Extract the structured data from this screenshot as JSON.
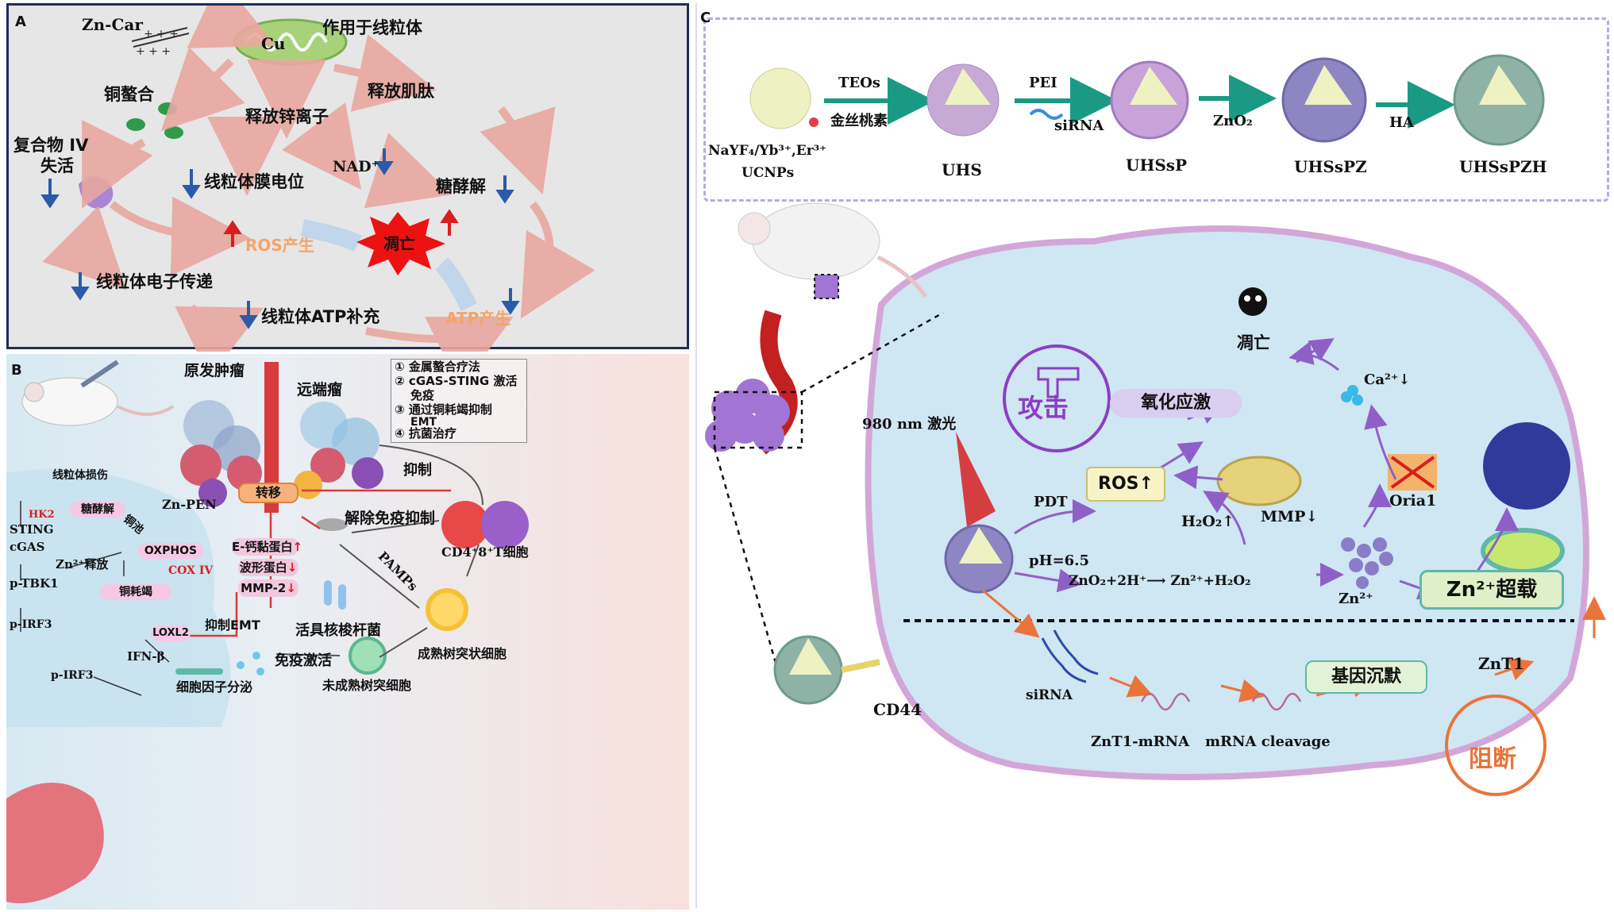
{
  "panel_a": {
    "letter": "A",
    "zn_car": "Zn-Car",
    "cu": "Cu",
    "acts_on_mito": "作用于线粒体",
    "copper_chelation": "铜螯合",
    "release_peptide": "释放肌肽",
    "release_zinc": "释放锌离子",
    "complex_iv_line1": "复合物 IV",
    "complex_iv_line2": "失活",
    "nad": "NAD⁺",
    "mito_potential": "线粒体膜电位",
    "glycolysis": "糖酵解",
    "ros": "ROS产生",
    "apoptosis": "凋亡",
    "etc": "线粒体电子传递",
    "atp_supply": "线粒体ATP补充",
    "atp_prod": "ATP产生"
  },
  "panel_b": {
    "letter": "B",
    "primary_tumor": "原发肿瘤",
    "distal_tumor": "远端瘤",
    "zn_pen": "Zn-PEN",
    "list": [
      "① 金属螯合疗法",
      "② cGAS-STING 激活",
      "免疫",
      "③ 通过铜耗竭抑制",
      "EMT",
      "④ 抗菌治疗"
    ],
    "inhibit": "抑制",
    "metastasis": "转移",
    "relieve_immunosuppression": "解除免疫抑制",
    "cd48_t": "CD4⁺8⁺T细胞",
    "e_cadherin": "E-钙黏蛋白",
    "vimentin": "波形蛋白",
    "mmp2": "MMP-2",
    "pamps": "PAMPs",
    "fusobacterium": "活具核梭杆菌",
    "mature_dc": "成熟树突状细胞",
    "immature_dc": "未成熟树突细胞",
    "immune_activation": "免疫激活",
    "cytokine_secretion": "细胞因子分泌",
    "inhibit_emt": "抑制EMT",
    "mito_damage": "线粒体损伤",
    "hk2": "HK2",
    "glycolysis": "糖酵解",
    "copper_pool": "铜池",
    "sting": "STING",
    "cgas": "cGAS",
    "oxphos": "OXPHOS",
    "zn_release": "Zn²⁺释放",
    "cox_iv": "COX IV",
    "copper_depletion": "铜耗竭",
    "p_tbk1": "p-TBK1",
    "p_irf3": "p-IRF3",
    "p_irf3_b": "p-IRF3",
    "loxl2": "LOXL2",
    "ifn_b": "IFN-β"
  },
  "panel_c": {
    "letter": "C",
    "teos": "TEOs",
    "gold_ball": "金丝桃素",
    "ucnps_line1": "NaYF₄/Yb³⁺,Er³⁺",
    "ucnps_line2": "UCNPs",
    "pei": "PEI",
    "sirna_top": "siRNA",
    "zno2": "ZnO₂",
    "ha": "HA",
    "uhs": "UHS",
    "uhssp": "UHSsP",
    "uhsspz": "UHSsPZ",
    "uhsspzh": "UHSsPZH",
    "laser": "980 nm 激光",
    "attack": "攻击",
    "death": "凋亡",
    "oxidative_stress": "氧化应激",
    "ca": "Ca²⁺↓",
    "pdt": "PDT",
    "ros": "ROS↑",
    "mmp": "MMP↓",
    "oria1": "Oria1",
    "h2o2": "H₂O₂↑",
    "ph": "pH=6.5",
    "reaction": "ZnO₂+2H⁺⟶ Zn²⁺+H₂O₂",
    "zn2": "Zn²⁺",
    "zn_overload": "Zn²⁺超载",
    "cd44": "CD44",
    "sirna": "siRNA",
    "gene_silencing": "基因沉默",
    "znt1": "ZnT1",
    "znt1_mrna": "ZnT1-mRNA",
    "mrna_cleavage": "mRNA cleavage",
    "block": "阻断"
  },
  "colors": {
    "panel_a_bg": "#e6e6e6",
    "panel_a_border": "#1f2d5a",
    "arrow_pink": "#e9a7a0",
    "down_arrow_blue": "#2b5ba8",
    "up_arrow_red": "#d91e1e",
    "ros_orange": "#f4a46a",
    "cell_blue": "#cfe6f3",
    "purple": "#8f5fc8",
    "orange": "#e9743a"
  }
}
